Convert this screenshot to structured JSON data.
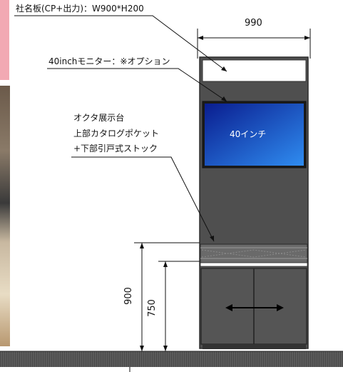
{
  "labels": {
    "nameplate": "社名板(CP+出力)：W900*H200",
    "monitor": "40inchモニター：※オプション",
    "stand_line1": "オクタ展示台",
    "stand_line2": "上部カタログポケット",
    "stand_line3": "+下部引戸式ストック",
    "screen_text": "40インチ"
  },
  "dimensions": {
    "width": "990",
    "height_total": "900",
    "height_lower": "750"
  },
  "colors": {
    "cabinet": "#4f4f4f",
    "cabinet_edge": "#2f2f2f",
    "screen_top": "#0a1d8f",
    "screen_bottom": "#2f8cf0",
    "floor": "#555555",
    "pink_photo": "#f2a9b3"
  }
}
